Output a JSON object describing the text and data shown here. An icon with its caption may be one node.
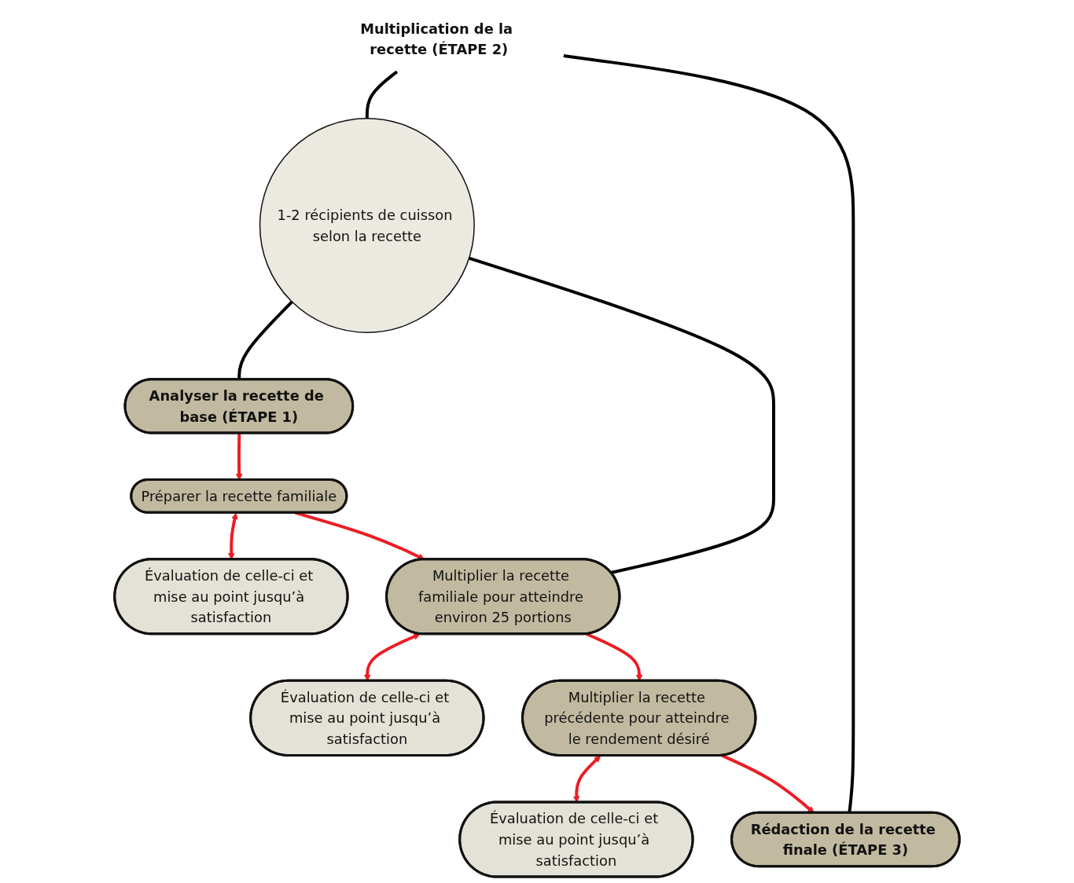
{
  "diagram": {
    "nodes": [
      {
        "text": [
          "Analyser la recette de base (ÉTAPE 1)"
        ]
      },
      {
        "text": [
          "Préparer la recette familiale"
        ]
      },
      {
        "text": [
          "Évaluation de celle-ci et mise au point jusqu’à satisfaction"
        ]
      },
      {
        "text": [
          "Multiplier la recette familiale pour atteindre environ 25 portions"
        ]
      },
      {
        "text": [
          "Évaluation de celle-ci et mise au point jusqu’à satisfaction"
        ]
      },
      {
        "text": [
          "Multiplier la recette précédente pour atteindre le rendement désiré"
        ]
      },
      {
        "text": [
          "Évaluation de celle-ci et mise au point jusqu’à satisfaction"
        ]
      },
      {
        "text": [
          "Rédaction de la recette finale (ÉTAPE 3)"
        ]
      },
      {
        "text": [
          "1-2 récipients de cuisson selon la recette"
        ]
      },
      {
        "text": [
          "Multiplication de la recette (ÉTAPE 2)"
        ]
      }
    ],
    "edges": [
      {
        "from": 0,
        "to": 1,
        "arrow": "to"
      },
      {
        "from": 1,
        "to": 2,
        "arrow": "both"
      },
      {
        "from": 1,
        "to": 3,
        "arrow": "to"
      },
      {
        "from": 3,
        "to": 4,
        "arrow": "both"
      },
      {
        "from": 3,
        "to": 5,
        "arrow": "to"
      },
      {
        "from": 5,
        "to": 6,
        "arrow": "both"
      },
      {
        "from": 5,
        "to": 7,
        "arrow": "to"
      },
      {
        "from": 8,
        "to": 0,
        "arrow": "none",
        "color": "#000000"
      },
      {
        "from": 8,
        "to": 3,
        "arrow": "none",
        "color": "#000000"
      },
      {
        "from": 9,
        "to": 8,
        "arrow": "none",
        "color": "#000000"
      },
      {
        "from": 9,
        "to": 7,
        "arrow": "none",
        "color": "#000000"
      }
    ]
  }
}
